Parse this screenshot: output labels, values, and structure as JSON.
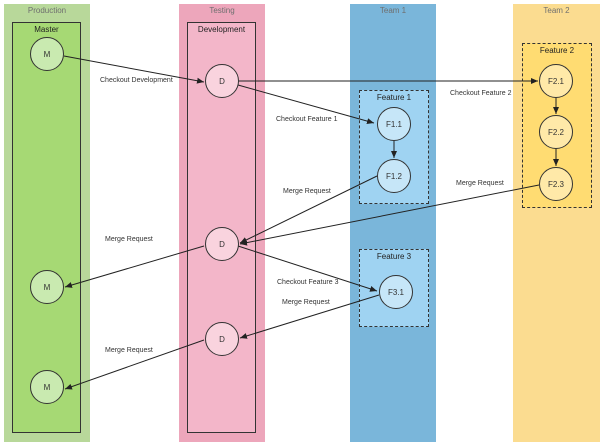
{
  "lanes": {
    "production": {
      "title": "Production",
      "inner": "Master",
      "color": "#b8d89a",
      "inner_color": "#a6d974"
    },
    "testing": {
      "title": "Testing",
      "inner": "Development",
      "color": "#eda6bb",
      "inner_color": "#f3b6c9"
    },
    "team1": {
      "title": "Team 1",
      "color": "#7ab6da"
    },
    "team2": {
      "title": "Team 2",
      "color": "#fbdc90"
    }
  },
  "groups": {
    "feature1": {
      "title": "Feature 1",
      "color": "#9fd3f2"
    },
    "feature2": {
      "title": "Feature 2",
      "color": "#ffdc72"
    },
    "feature3": {
      "title": "Feature 3",
      "color": "#9fd3f2"
    }
  },
  "nodes": {
    "m1": "M",
    "m2": "M",
    "m3": "M",
    "d1": "D",
    "d2": "D",
    "d3": "D",
    "f11": "F1.1",
    "f12": "F1.2",
    "f21": "F2.1",
    "f22": "F2.2",
    "f23": "F2.3",
    "f31": "F3.1"
  },
  "edge_labels": {
    "checkout_development": "Checkout Development",
    "checkout_feature1": "Checkout Feature 1",
    "checkout_feature2": "Checkout Feature 2",
    "merge_f12": "Merge Request",
    "merge_f23": "Merge Request",
    "merge_d2_m2": "Merge Request",
    "checkout_feature3": "Checkout Feature 3",
    "merge_f31": "Merge Request",
    "merge_d3_m3": "Merge Request"
  }
}
